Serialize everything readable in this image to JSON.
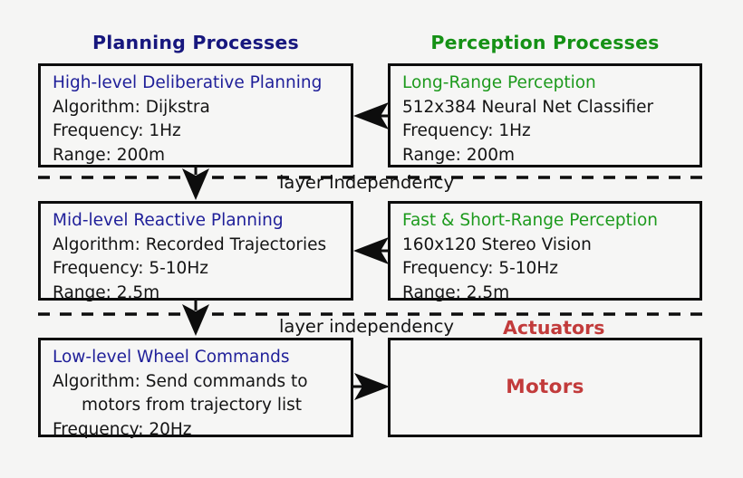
{
  "colors": {
    "background": "#f5f5f4",
    "planning_header_navy": "#17177e",
    "box_title_navy": "#1f1f99",
    "perception_header_green": "#159115",
    "box_title_green": "#1d9a1d",
    "actuator_red": "#c23b3b",
    "body_text_black": "#141414",
    "connector_black": "#0d0d0d"
  },
  "headers": {
    "planning": "Planning Processes",
    "perception": "Perception Processes",
    "actuators": "Actuators"
  },
  "layer_labels": [
    "layer independency",
    "layer independency"
  ],
  "boxes": {
    "high_level": {
      "title": "High-level Deliberative Planning",
      "lines": [
        "Algorithm: Dijkstra",
        "Frequency: 1Hz",
        "Range: 200m"
      ]
    },
    "long_range": {
      "title": "Long-Range Perception",
      "lines": [
        "512x384 Neural Net Classifier",
        "Frequency: 1Hz",
        "Range: 200m"
      ]
    },
    "mid_level": {
      "title": "Mid-level Reactive Planning",
      "lines": [
        "Algorithm: Recorded Trajectories",
        "Frequency: 5-10Hz",
        "Range: 2.5m"
      ]
    },
    "fast_short": {
      "title": "Fast & Short-Range Perception",
      "lines": [
        "160x120 Stereo Vision",
        "Frequency: 5-10Hz",
        "Range: 2.5m"
      ]
    },
    "low_level": {
      "title": "Low-level Wheel Commands",
      "lines": [
        "Algorithm: Send commands to",
        "motors from trajectory list",
        "Frequency: 20Hz"
      ]
    },
    "motors": {
      "title": "Motors"
    }
  }
}
